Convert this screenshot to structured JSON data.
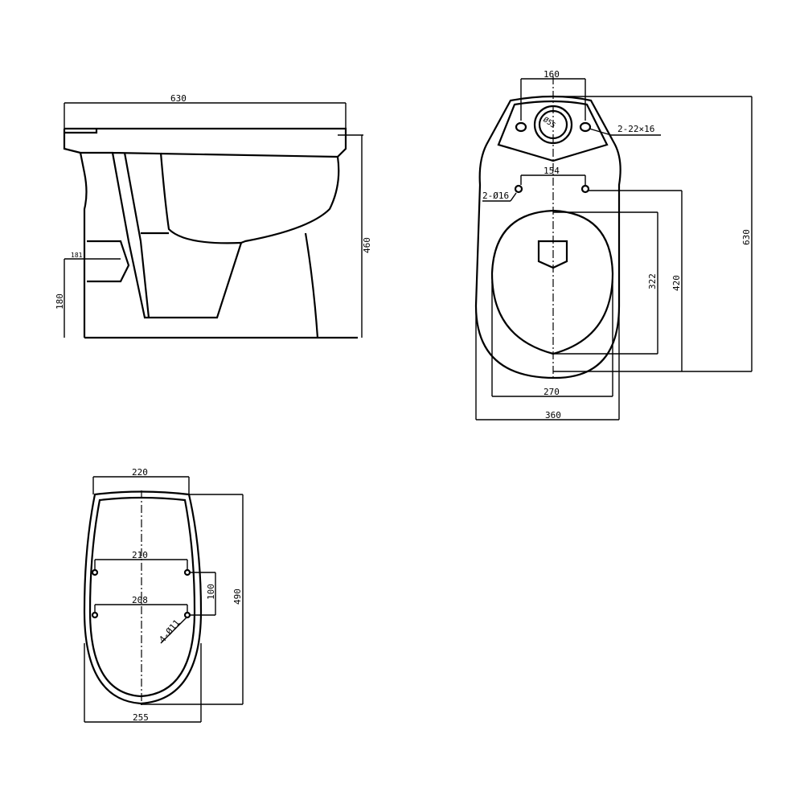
{
  "side_view": {
    "width_630": "630",
    "height_460": "460",
    "outlet_180": "180",
    "outlet_small": "181"
  },
  "top_view": {
    "tank_holes_160": "160",
    "flush_hole": "Ø55",
    "tank_holes_spec": "2-22×16",
    "seat_holes_154": "154",
    "seat_holes_spec": "2-Ø16",
    "bowl_322": "322",
    "bowl_420": "420",
    "length_630": "630",
    "bowl_270": "270",
    "width_360": "360"
  },
  "base_view": {
    "top_220": "220",
    "holes_210": "210",
    "holes_208": "208",
    "spacing_100": "100",
    "length_490": "490",
    "holes_spec": "4-Ø11",
    "bottom_255": "255"
  },
  "colors": {
    "line": "#000000",
    "background": "#ffffff"
  }
}
